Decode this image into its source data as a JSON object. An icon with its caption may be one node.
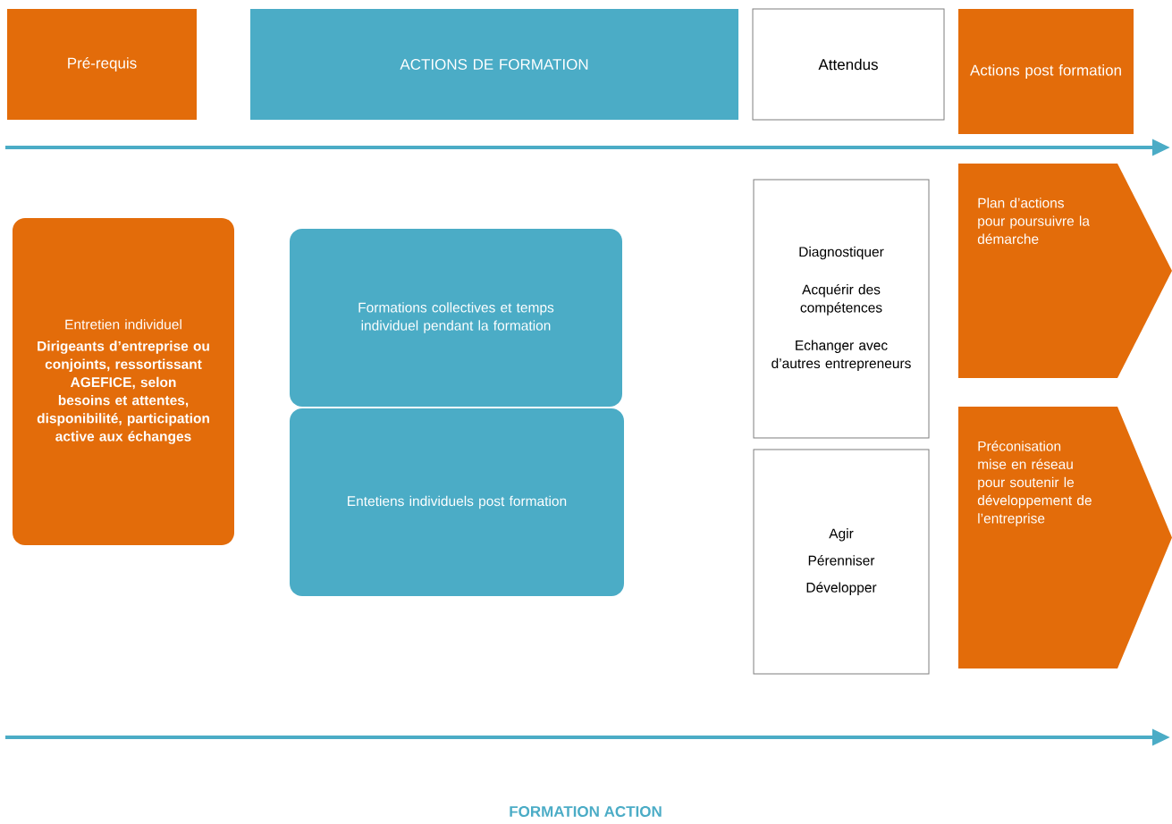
{
  "diagram": {
    "caption": "FORMATION ACTION",
    "nodes": [
      {
        "text": [
          "Pré-requis"
        ]
      },
      {
        "text": [
          "ACTIONS DE FORMATION"
        ]
      },
      {
        "text": [
          "Attendus"
        ]
      },
      {
        "text": [
          "Actions post formation"
        ]
      },
      {
        "text": [
          "Entretien individuel",
          "Dirigeants d’entreprise ou conjoints, ressortissant AGEFICE, selon besoins et attentes, disponibilité, participation active aux échanges"
        ]
      },
      {
        "text": [
          "Formations collectives et temps individuel pendant la formation"
        ]
      },
      {
        "text": [
          "Entetiens individuels post formation"
        ]
      },
      {
        "text": [
          "Diagnostiquer",
          "Acquérir des compétences",
          "Echanger avec d’autres entrepreneurs"
        ]
      },
      {
        "text": [
          "Agir",
          "Pérenniser",
          "Développer"
        ]
      },
      {
        "text": [
          "Plan d’actions pour poursuivre la démarche"
        ]
      },
      {
        "text": [
          "Préconisation mise en réseau pour soutenir le développement de l’entreprise"
        ]
      }
    ]
  }
}
